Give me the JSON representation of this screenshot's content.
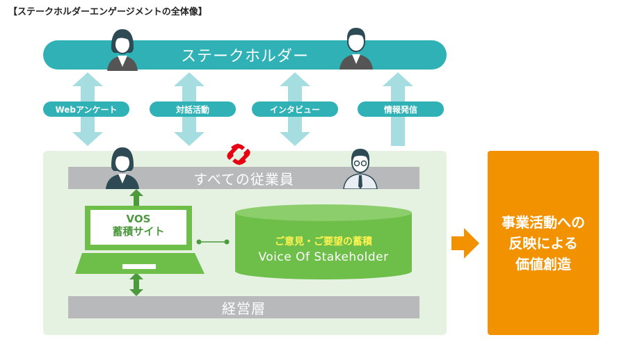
{
  "title": "【ステークホルダーエンゲージメントの全体像】",
  "stakeholders_label": "ステークホルダー",
  "channels": [
    "Webアンケート",
    "対話活動",
    "インタビュー",
    "情報発信"
  ],
  "all_employees_label": "すべての従業員",
  "vos_site": {
    "line1": "VOS",
    "line2": "蓄積サイト"
  },
  "database": {
    "line1": "ご意見・ご要望の蓄積",
    "line2": "Voice Of Stakeholder"
  },
  "management_label": "経営層",
  "result": {
    "line1": "事業活動への",
    "line2": "反映による",
    "line3": "価値創造"
  },
  "colors": {
    "teal": "#2fb1b6",
    "green": "#6ebe4a",
    "orange": "#f39200",
    "grey": "#b7b9bb",
    "pale_teal": "#a6dde0",
    "pale_green": "#e6f2e1",
    "red": "#e60012"
  }
}
